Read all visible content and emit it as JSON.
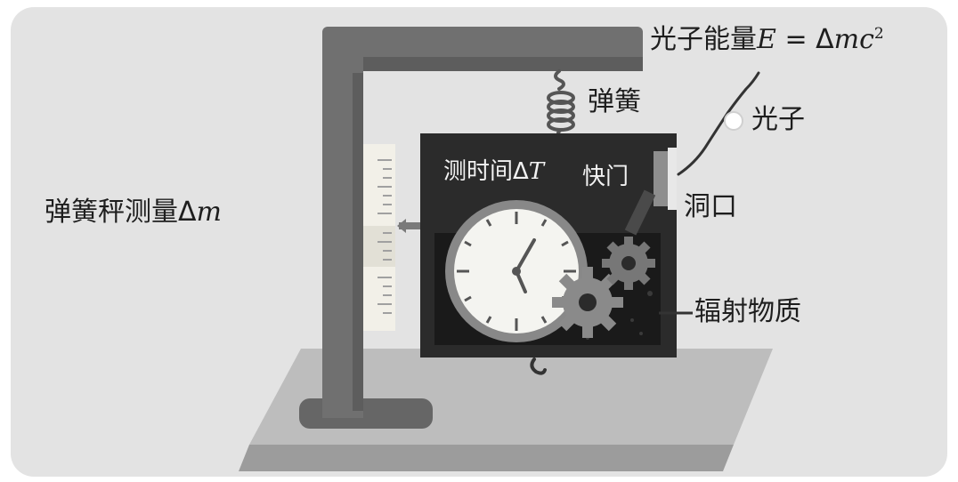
{
  "labels": {
    "photon_energy": {
      "prefix": "光子能量",
      "var_E": "E",
      "eq": " = Δ",
      "var_m": "m",
      "var_c": "c",
      "exp": "2"
    },
    "spring": "弹簧",
    "photon": "光子",
    "measure_time": {
      "prefix": "测时间Δ",
      "var": "T"
    },
    "shutter": "快门",
    "hole": "洞口",
    "scale_measure": {
      "prefix": "弹簧秤测量Δ",
      "var": "m"
    },
    "radioactive": "辐射物质"
  },
  "colors": {
    "background_panel": "#e3e3e3",
    "stand": "#707070",
    "base": "#bdbdbd",
    "box": "#2b2b2b",
    "clock_face": "#f4f4f0",
    "gear": "#8a8a8a"
  },
  "icons": [
    "spring-icon",
    "clock-icon",
    "gear-icon",
    "photon-icon",
    "shutter-icon",
    "scale-ruler-icon"
  ]
}
